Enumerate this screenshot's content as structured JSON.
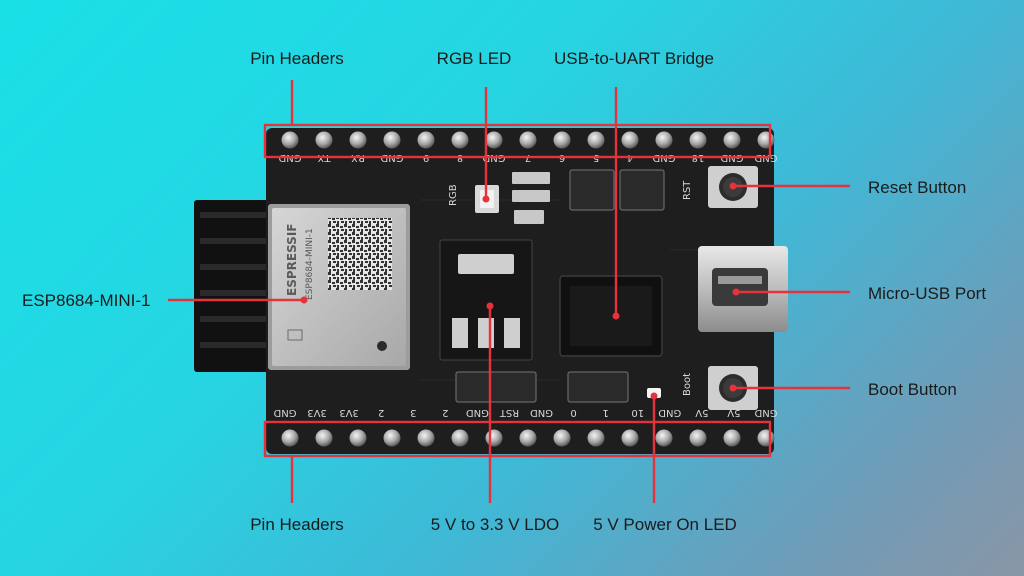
{
  "labels": {
    "pin_headers_top": "Pin Headers",
    "rgb_led": "RGB LED",
    "usb_uart_bridge": "USB-to-UART Bridge",
    "reset_button": "Reset Button",
    "micro_usb_port": "Micro-USB Port",
    "boot_button": "Boot Button",
    "esp_module": "ESP8684-MINI-1",
    "pin_headers_bottom": "Pin Headers",
    "ldo": "5 V to 3.3 V LDO",
    "power_led": "5 V Power On LED"
  },
  "silkscreen": {
    "top_pins": [
      "GND",
      "TX",
      "RX",
      "GND",
      "9",
      "8",
      "GND",
      "7",
      "6",
      "5",
      "4",
      "GND",
      "18",
      "GND",
      "GND"
    ],
    "bottom_pins": [
      "GND",
      "3V3",
      "3V3",
      "2",
      "3",
      "2",
      "GND",
      "RST",
      "GND",
      "0",
      "1",
      "10",
      "GND",
      "5V",
      "5V",
      "GND"
    ],
    "rgb": "RGB",
    "rst": "RST",
    "boot": "Boot",
    "module_brand": "ESPRESSIF",
    "module_model": "ESP8684-MINI-1"
  },
  "colors": {
    "callout": "#e5323b",
    "pcb": "#1e1e1f",
    "background_start": "#19e0e6",
    "background_end": "#8a96a6"
  }
}
